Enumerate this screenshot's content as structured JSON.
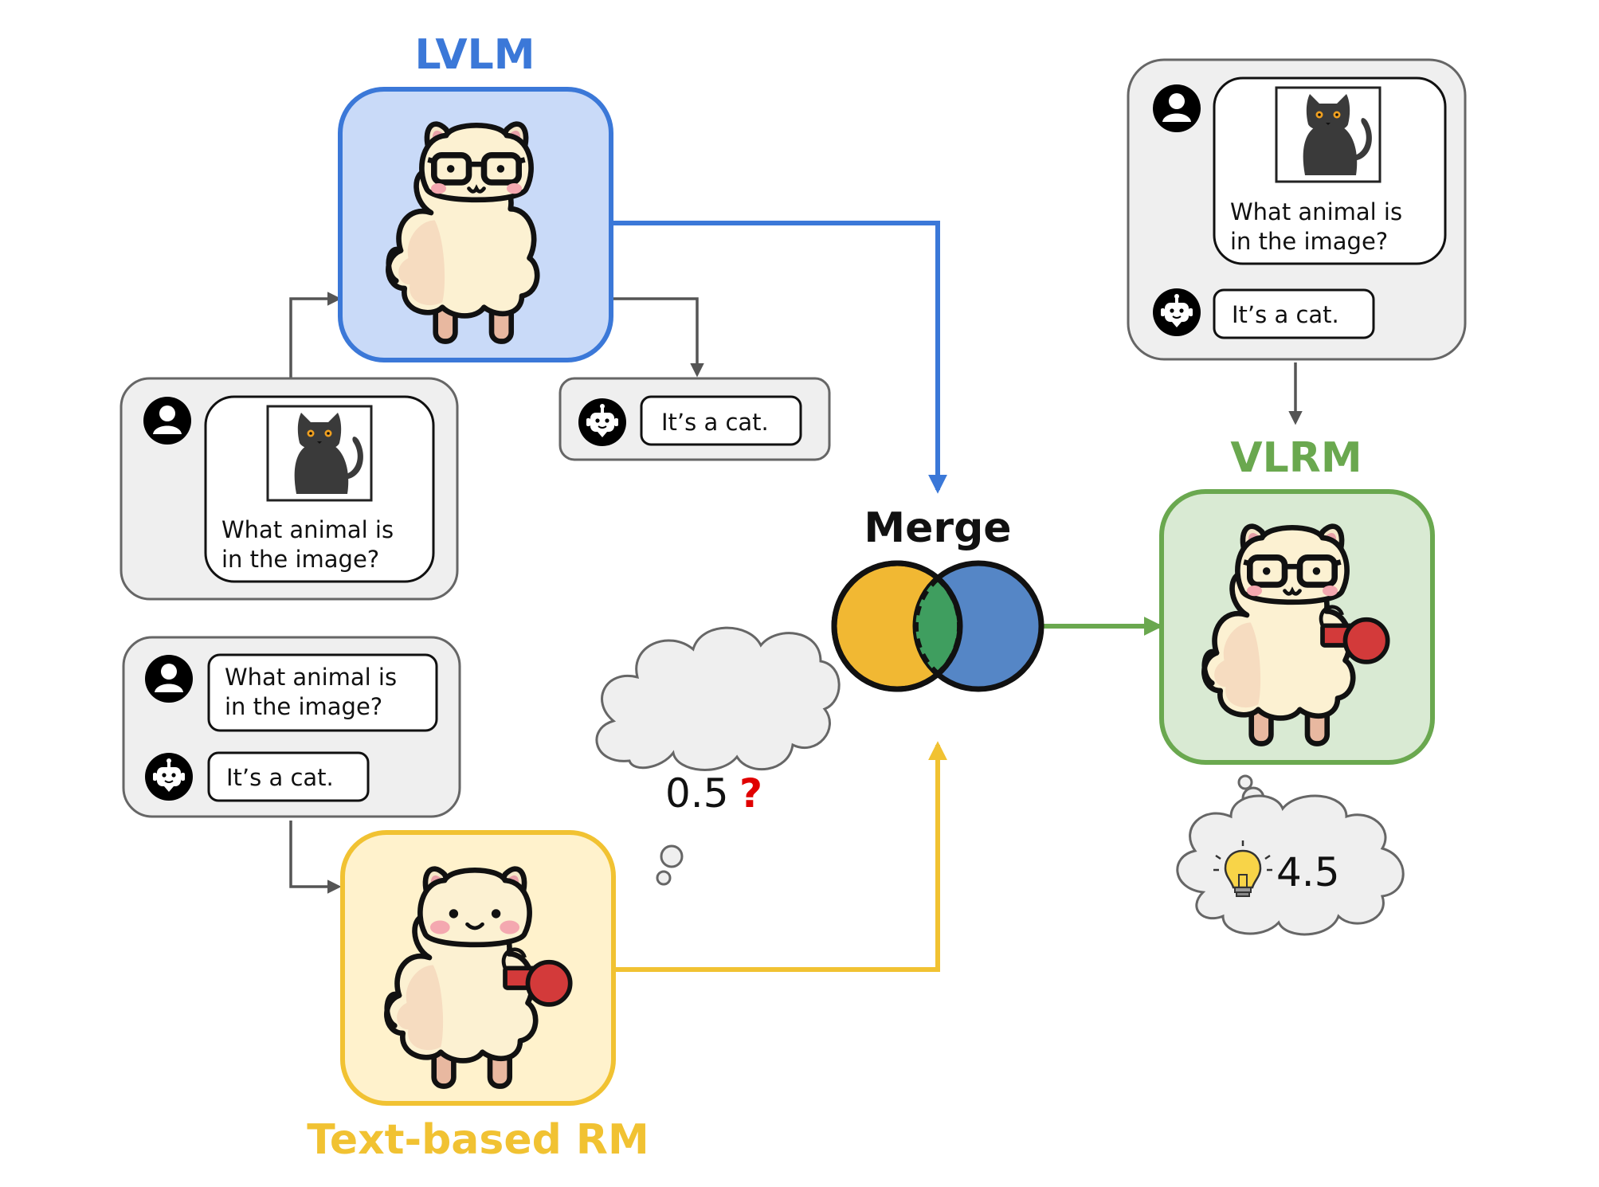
{
  "labels": {
    "lvlm": "LVLM",
    "text_rm": "Text-based RM",
    "vlrm": "VLRM",
    "merge": "Merge"
  },
  "chats": {
    "lvlm_input_question_line1": "What animal is",
    "lvlm_input_question_line2": "in the image?",
    "lvlm_output_answer": "It’s a cat.",
    "rm_input_question_line1": "What animal is",
    "rm_input_question_line2": "in the image?",
    "rm_input_answer": "It’s a cat.",
    "vlrm_input_question_line1": "What animal is",
    "vlrm_input_question_line2": "in the image?",
    "vlrm_input_answer": "It’s a cat."
  },
  "scores": {
    "text_rm_score": "0.5",
    "text_rm_mark": "?",
    "vlrm_score": "4.5"
  },
  "icons": {
    "user": "user-icon",
    "assistant": "robot-icon",
    "image": "cat-image",
    "model": "alpaca-icon",
    "reward_model": "alpaca-whistle-icon",
    "insight": "lightbulb-icon"
  },
  "colors": {
    "lvlm": "#3b78d8",
    "lvlm_fill": "#c9daf8",
    "text_rm": "#f1c232",
    "text_rm_fill": "#fff2cc",
    "vlrm": "#6aa84f",
    "vlrm_fill": "#d9ead3",
    "merge_overlap": "#3f9e5f",
    "question_mark": "#e00000"
  }
}
